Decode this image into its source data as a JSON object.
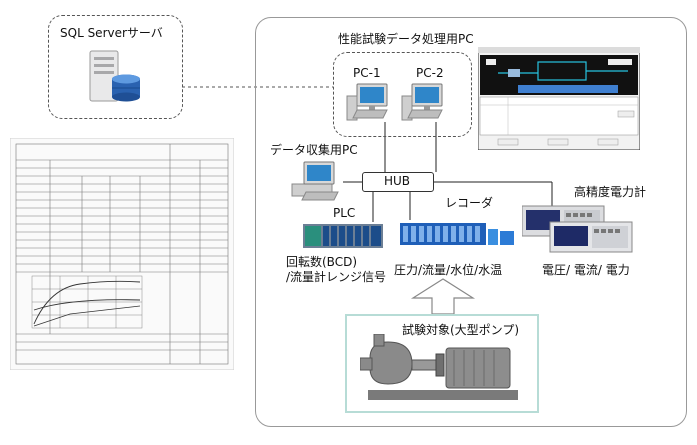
{
  "sql_server": {
    "label": "SQL Serverサーバ"
  },
  "perf_pc": {
    "title": "性能試験データ処理用PC",
    "pc1": "PC-1",
    "pc2": "PC-2"
  },
  "daq_pc": {
    "label": "データ収集用PC"
  },
  "hub": {
    "label": "HUB"
  },
  "plc": {
    "label": "PLC",
    "signals_line1": "回転数(BCD)",
    "signals_line2": "/流量計レンジ信号"
  },
  "recorder": {
    "label": "レコーダ",
    "signals": "圧力/流量/水位/水温"
  },
  "power_meter": {
    "label": "高精度電力計",
    "signals": "電圧/ 電流/ 電力"
  },
  "test_target": {
    "label": "試験対象(大型ポンプ)"
  },
  "colors": {
    "border": "#999999",
    "recorder_blue": "#1f5fb8",
    "pump_gray": "#7a7a7a",
    "target_frame": "#b7dcd6"
  }
}
